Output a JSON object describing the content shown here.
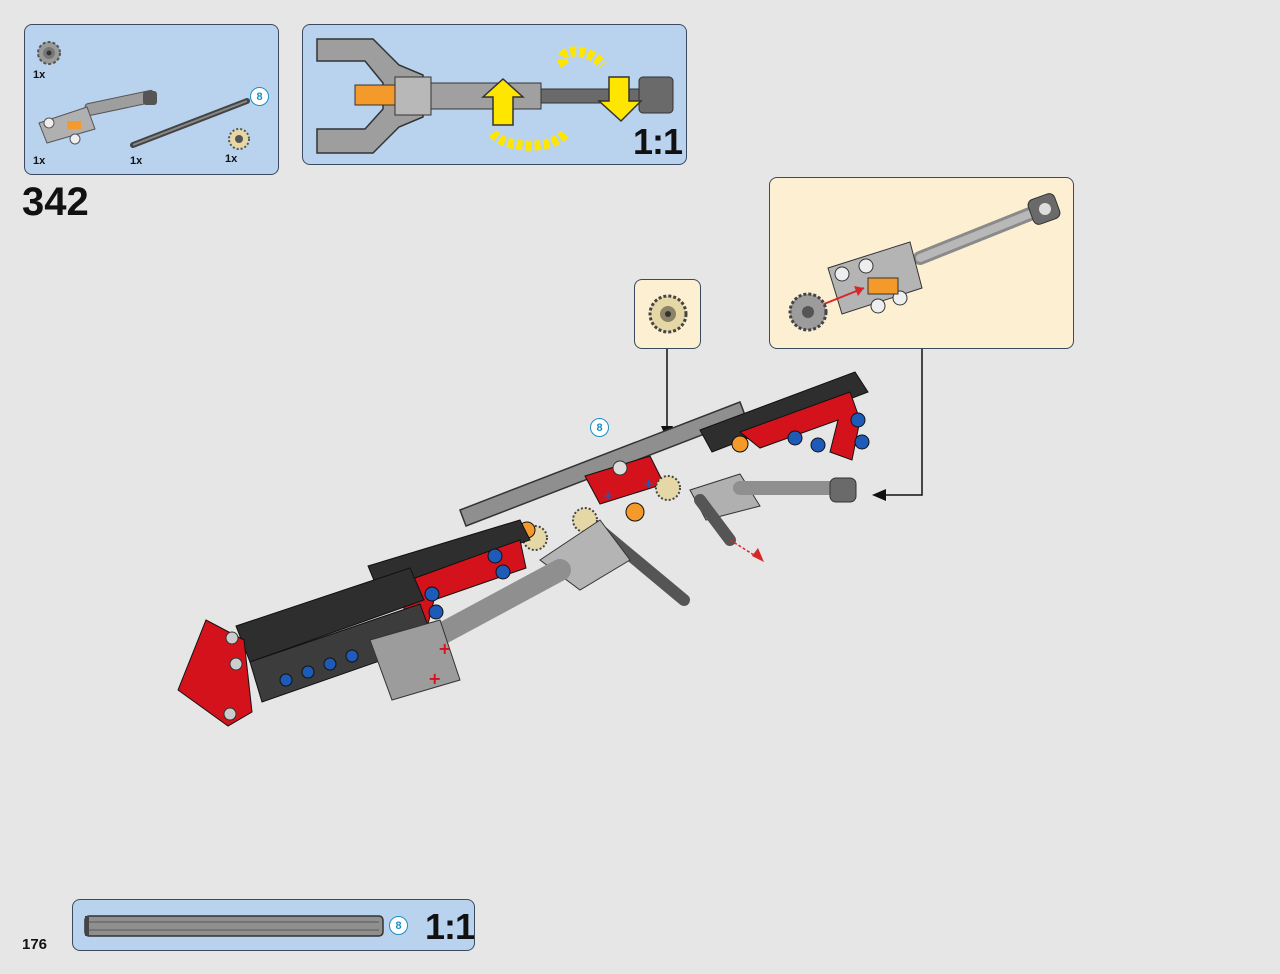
{
  "parts_list": {
    "items": [
      {
        "part": "gear-12t-icon",
        "qty": "1x"
      },
      {
        "part": "axle-joint-icon",
        "qty": "1x"
      },
      {
        "part": "axle-8-icon",
        "qty": "1x",
        "badge": "8"
      },
      {
        "part": "gear-beige-icon",
        "qty": "1x"
      }
    ]
  },
  "scale_callout_top": {
    "label": "1:1"
  },
  "step": {
    "number": "342"
  },
  "callout_gear": {
    "part": "gear-beige-icon"
  },
  "callout_subassembly": {
    "part": "axle-joint-with-gear-icon"
  },
  "main_model": {
    "axle_badge": "8"
  },
  "bottom_ruler": {
    "badge": "8",
    "label": "1:1"
  },
  "page": {
    "number": "176"
  },
  "colors": {
    "panel_blue": "#b9d3ee",
    "panel_cream": "#fcefd2",
    "arrow_yellow": "#ffe600",
    "brick_red": "#d4121c",
    "pin_blue": "#1e5bb8",
    "bush_orange": "#f39a2b",
    "beam_dark": "#3a3a3a",
    "part_gray": "#a8a8a8"
  }
}
